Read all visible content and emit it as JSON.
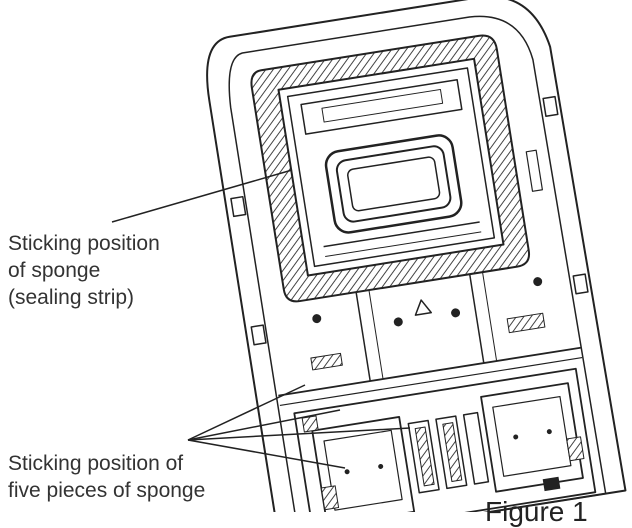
{
  "labels": {
    "sponge_seal": {
      "line1": "Sticking position",
      "line2": "of sponge",
      "line3": "(sealing strip)"
    },
    "five_sponges": {
      "line1": "Sticking position of",
      "line2": "five pieces of sponge"
    }
  },
  "caption": "Figure 1",
  "colors": {
    "ink": "#222222",
    "hatch": "#444444",
    "paper": "#ffffff"
  }
}
